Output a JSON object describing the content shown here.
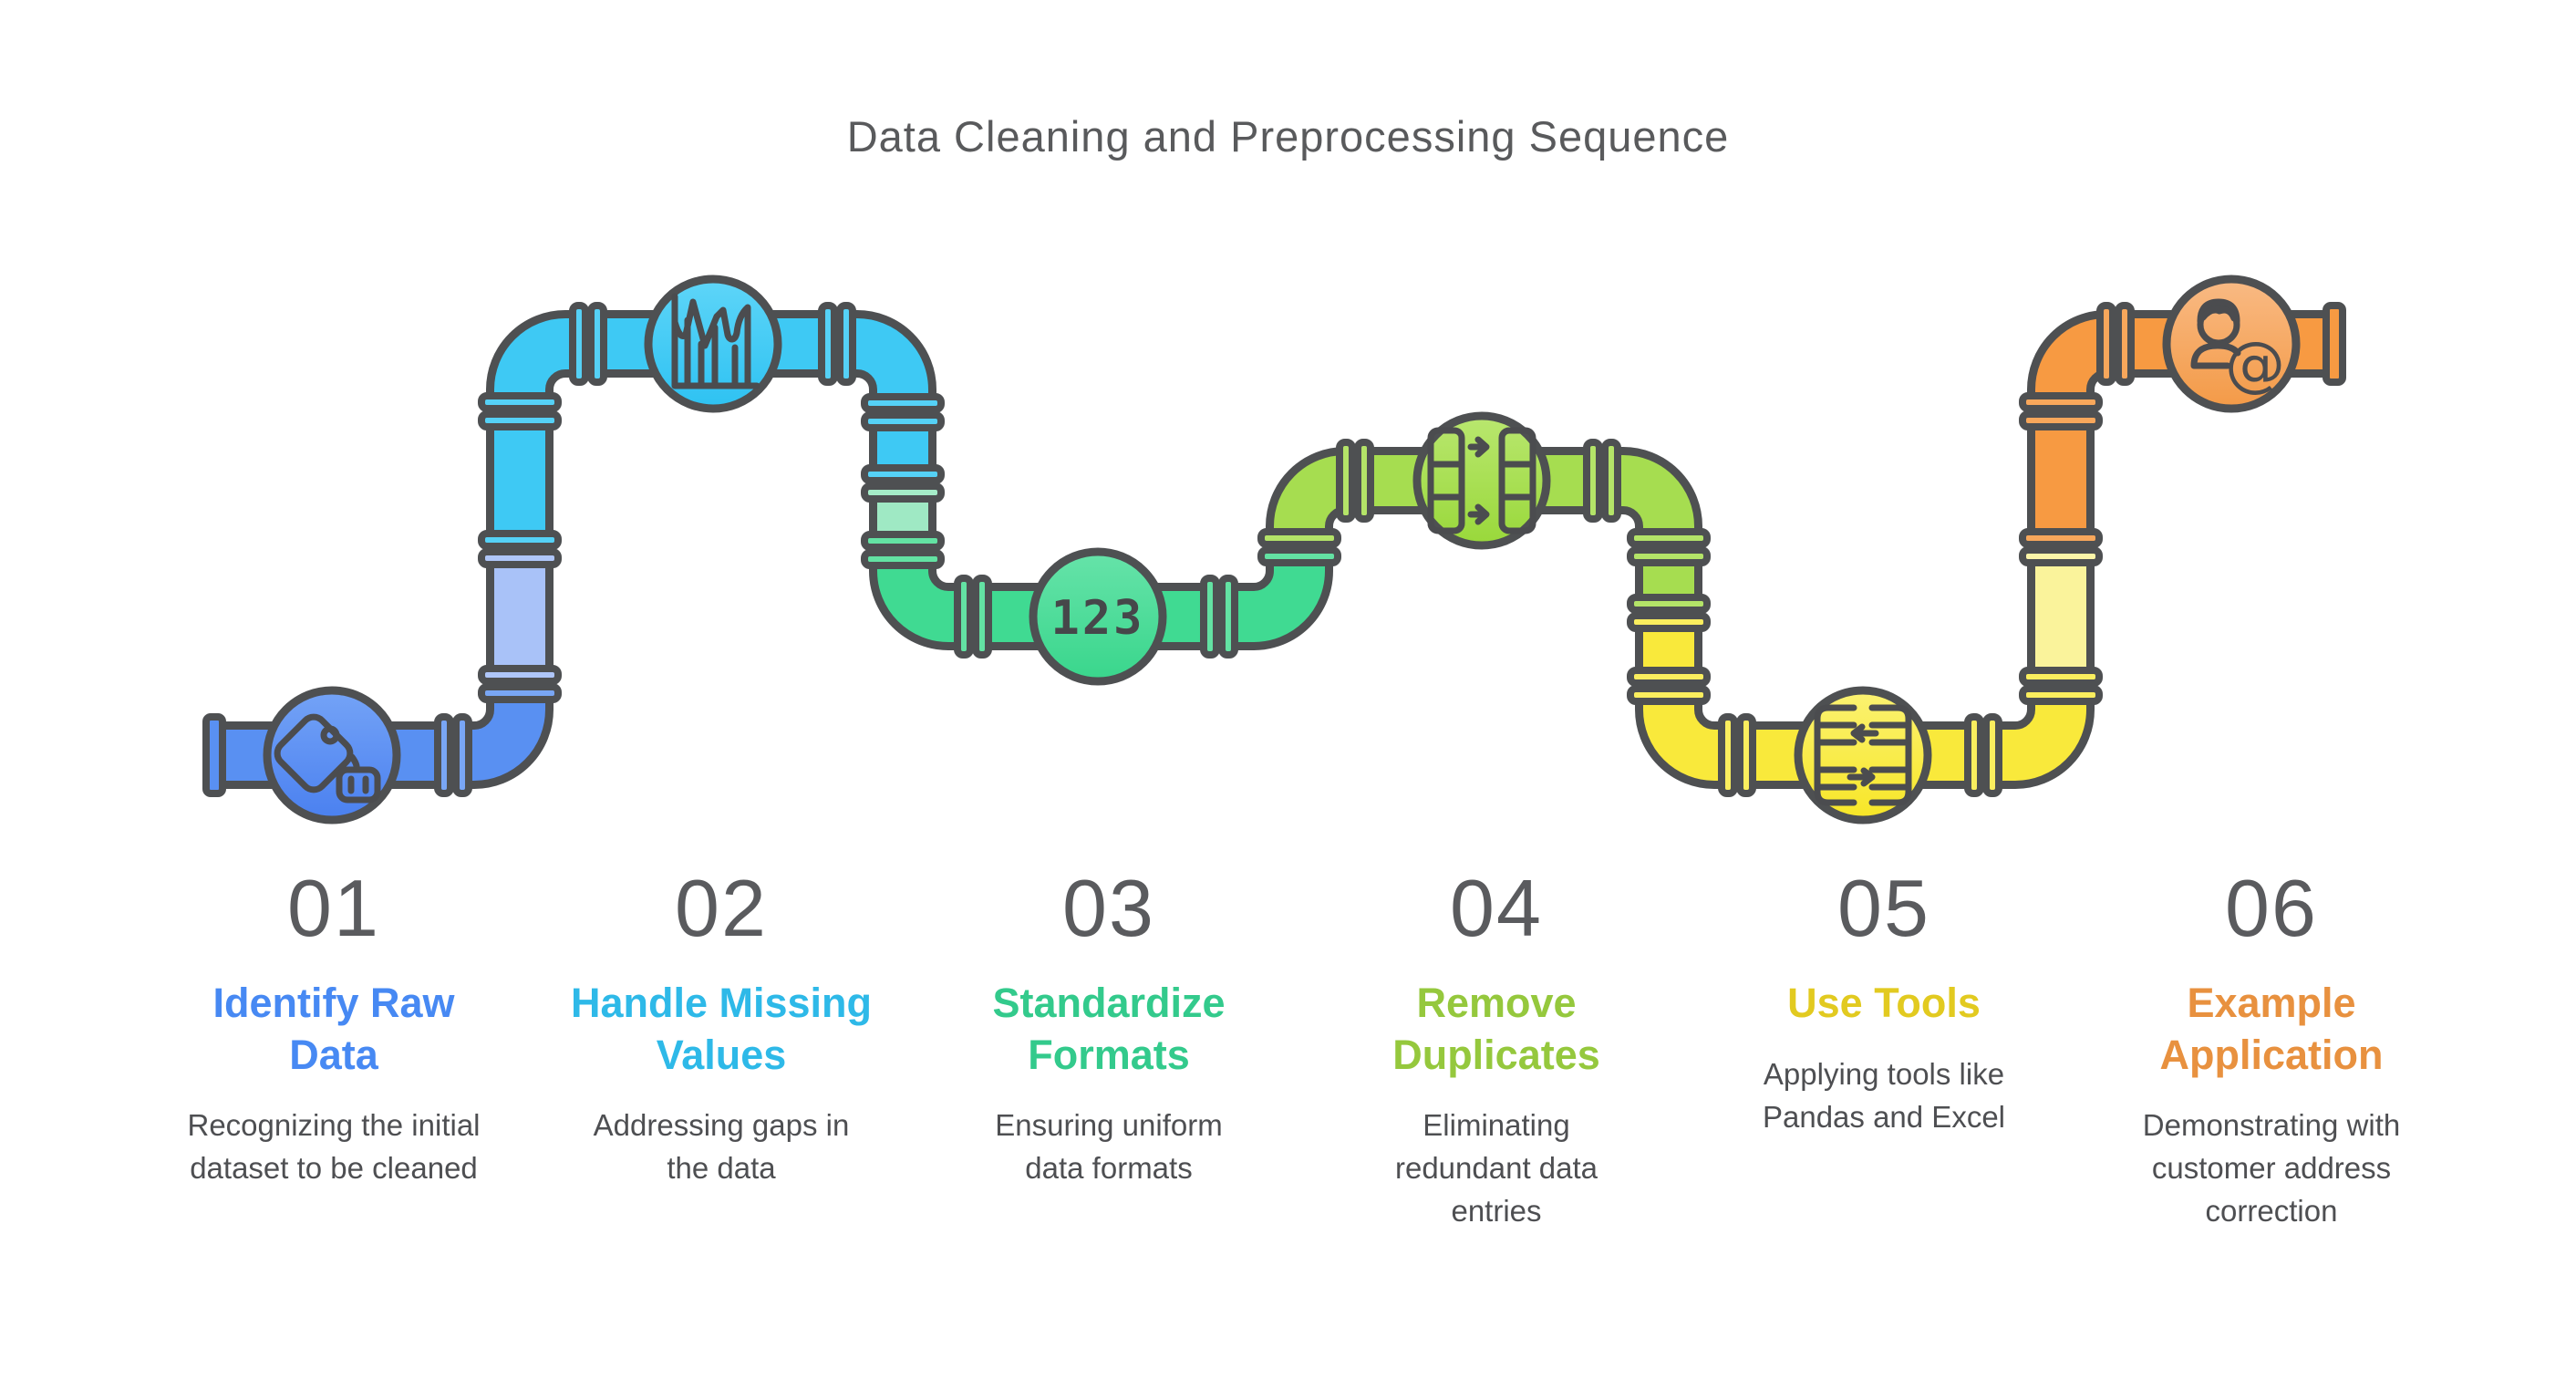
{
  "title": "Data Cleaning and Preprocessing Sequence",
  "steps": [
    {
      "number": "01",
      "title": "Identify Raw Data",
      "description": "Recognizing the initial dataset to be cleaned",
      "accent_color": "#4789F3",
      "icon": "tag-robot-icon"
    },
    {
      "number": "02",
      "title": "Handle Missing Values",
      "description": "Addressing gaps in the data",
      "accent_color": "#2EB9E8",
      "icon": "bar-line-chart-icon"
    },
    {
      "number": "03",
      "title": "Standardize Formats",
      "description": "Ensuring uniform data formats",
      "accent_color": "#33CA8C",
      "icon": "numbers-123-icon",
      "icon_text": "123"
    },
    {
      "number": "04",
      "title": "Remove Duplicates",
      "description": "Eliminating redundant data entries",
      "accent_color": "#95C83D",
      "icon": "duplicate-columns-icon"
    },
    {
      "number": "05",
      "title": "Use Tools",
      "description": "Applying tools like Pandas and Excel",
      "accent_color": "#E2CA20",
      "icon": "table-transform-icon"
    },
    {
      "number": "06",
      "title": "Example Application",
      "description": "Demonstrating with customer address correction",
      "accent_color": "#E8913F",
      "icon": "user-at-icon"
    }
  ],
  "pipeline_colors": {
    "blue": "#5990F2",
    "cyan": "#3EC9F4",
    "green": "#40DA92",
    "lime": "#A6DD50",
    "yellow": "#F9E93B",
    "orange": "#F79A42",
    "outline": "#4E5052"
  },
  "text_colors": {
    "title": "#595A5C",
    "step_number": "#5A5B5E",
    "description": "#4E4F52"
  }
}
